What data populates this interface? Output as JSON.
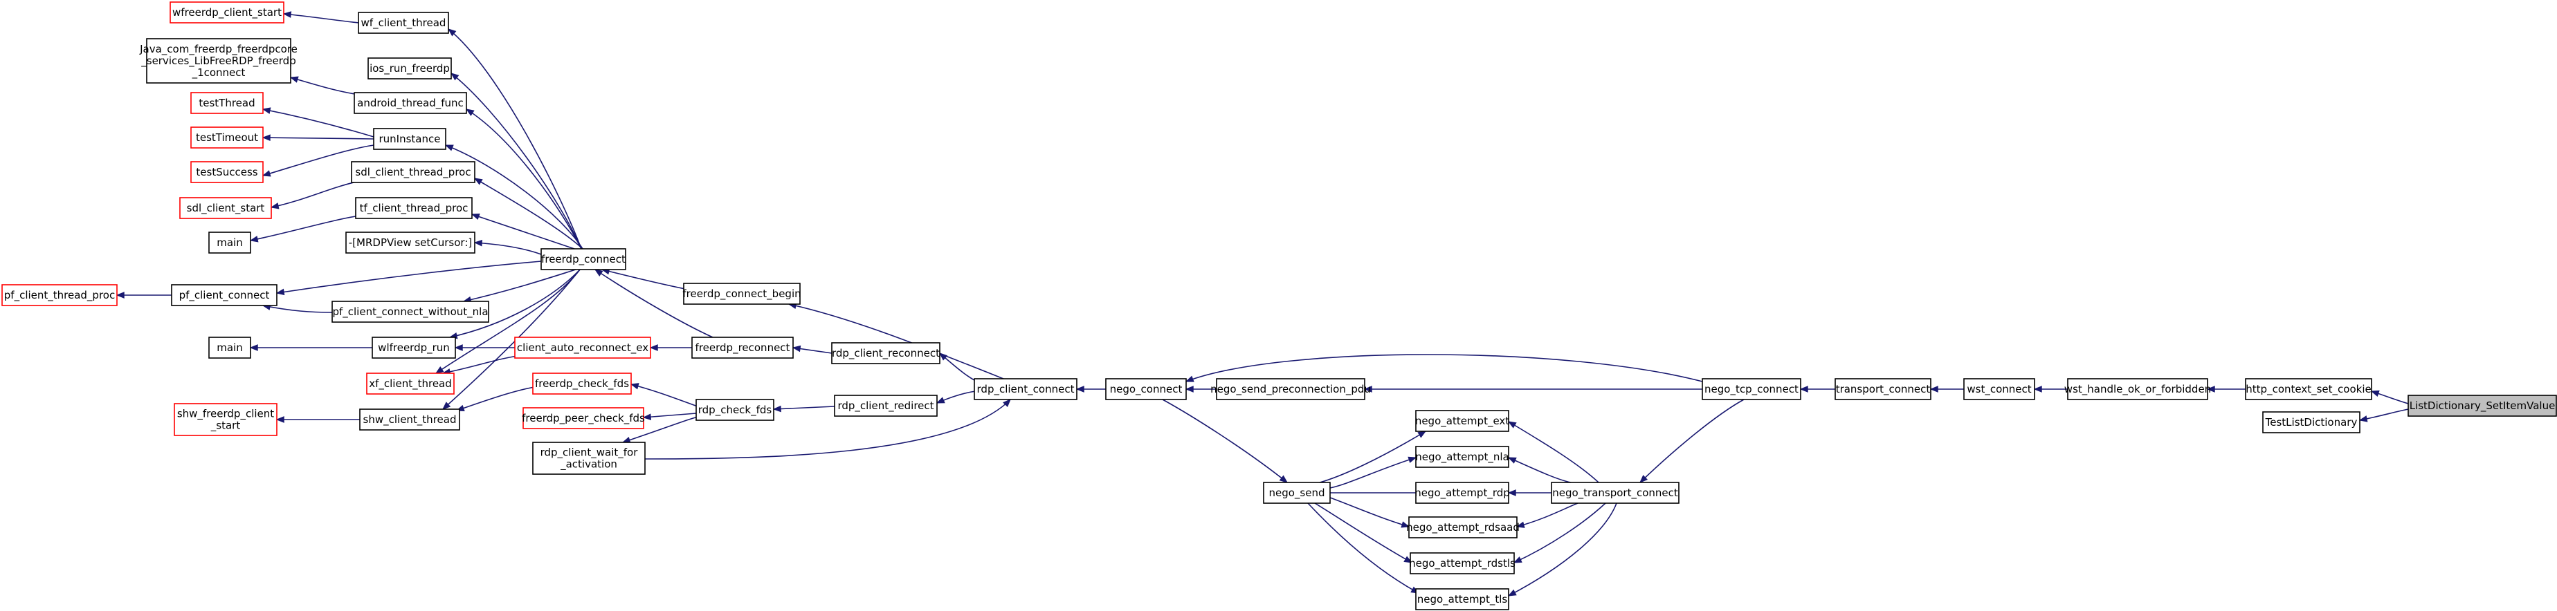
{
  "colors": {
    "edge": "#191970",
    "node_border": "#000000",
    "truncated_border": "#ff0000",
    "root_fill": "#bfbfbf",
    "background": "#ffffff"
  },
  "nodes": {
    "listdictionary_setitemvalue": {
      "lines": [
        "ListDictionary_SetItemValue"
      ],
      "style": "root"
    },
    "http_context_set_cookie": {
      "lines": [
        "http_context_set_cookie"
      ],
      "style": "normal"
    },
    "testlistdictionary": {
      "lines": [
        "TestListDictionary"
      ],
      "style": "normal"
    },
    "wst_handle_ok_or_forbidden": {
      "lines": [
        "wst_handle_ok_or_forbidden"
      ],
      "style": "normal"
    },
    "wst_connect": {
      "lines": [
        "wst_connect"
      ],
      "style": "normal"
    },
    "transport_connect": {
      "lines": [
        "transport_connect"
      ],
      "style": "normal"
    },
    "nego_tcp_connect": {
      "lines": [
        "nego_tcp_connect"
      ],
      "style": "normal"
    },
    "nego_send_preconnection_pdu": {
      "lines": [
        "nego_send_preconnection_pdu"
      ],
      "style": "normal"
    },
    "nego_connect": {
      "lines": [
        "nego_connect"
      ],
      "style": "normal"
    },
    "nego_transport_connect": {
      "lines": [
        "nego_transport_connect"
      ],
      "style": "normal"
    },
    "nego_attempt_ext": {
      "lines": [
        "nego_attempt_ext"
      ],
      "style": "normal"
    },
    "nego_attempt_nla": {
      "lines": [
        "nego_attempt_nla"
      ],
      "style": "normal"
    },
    "nego_attempt_rdp": {
      "lines": [
        "nego_attempt_rdp"
      ],
      "style": "normal"
    },
    "nego_attempt_rdsaad": {
      "lines": [
        "nego_attempt_rdsaad"
      ],
      "style": "normal"
    },
    "nego_attempt_rdstls": {
      "lines": [
        "nego_attempt_rdstls"
      ],
      "style": "normal"
    },
    "nego_attempt_tls": {
      "lines": [
        "nego_attempt_tls"
      ],
      "style": "normal"
    },
    "nego_send": {
      "lines": [
        "nego_send"
      ],
      "style": "normal"
    },
    "rdp_client_connect": {
      "lines": [
        "rdp_client_connect"
      ],
      "style": "normal"
    },
    "rdp_client_reconnect": {
      "lines": [
        "rdp_client_reconnect"
      ],
      "style": "normal"
    },
    "rdp_client_redirect": {
      "lines": [
        "rdp_client_redirect"
      ],
      "style": "normal"
    },
    "rdp_client_wait_for_activation": {
      "lines": [
        "rdp_client_wait_for",
        "_activation"
      ],
      "style": "normal"
    },
    "freerdp_connect_begin": {
      "lines": [
        "freerdp_connect_begin"
      ],
      "style": "normal"
    },
    "freerdp_reconnect": {
      "lines": [
        "freerdp_reconnect"
      ],
      "style": "normal"
    },
    "rdp_check_fds": {
      "lines": [
        "rdp_check_fds"
      ],
      "style": "normal"
    },
    "freerdp_check_fds": {
      "lines": [
        "freerdp_check_fds"
      ],
      "style": "red"
    },
    "freerdp_peer_check_fds": {
      "lines": [
        "freerdp_peer_check_fds"
      ],
      "style": "red"
    },
    "client_auto_reconnect_ex": {
      "lines": [
        "client_auto_reconnect_ex"
      ],
      "style": "red"
    },
    "freerdp_connect": {
      "lines": [
        "freerdp_connect"
      ],
      "style": "normal"
    },
    "wf_client_thread": {
      "lines": [
        "wf_client_thread"
      ],
      "style": "normal"
    },
    "wfreerdp_client_start": {
      "lines": [
        "wfreerdp_client_start"
      ],
      "style": "red"
    },
    "ios_run_freerdp": {
      "lines": [
        "ios_run_freerdp"
      ],
      "style": "normal"
    },
    "android_thread_func": {
      "lines": [
        "android_thread_func"
      ],
      "style": "normal"
    },
    "java_com_freerdp": {
      "lines": [
        "Java_com_freerdp_freerdpcore",
        "_services_LibFreeRDP_freerdp",
        "_1connect"
      ],
      "style": "normal"
    },
    "runinstance": {
      "lines": [
        "runInstance"
      ],
      "style": "normal"
    },
    "testthread": {
      "lines": [
        "testThread"
      ],
      "style": "red"
    },
    "testtimeout": {
      "lines": [
        "testTimeout"
      ],
      "style": "red"
    },
    "testsuccess": {
      "lines": [
        "testSuccess"
      ],
      "style": "red"
    },
    "sdl_client_thread_proc": {
      "lines": [
        "sdl_client_thread_proc"
      ],
      "style": "normal"
    },
    "sdl_client_start": {
      "lines": [
        "sdl_client_start"
      ],
      "style": "red"
    },
    "tf_client_thread_proc": {
      "lines": [
        "tf_client_thread_proc"
      ],
      "style": "normal"
    },
    "main_1": {
      "lines": [
        "main"
      ],
      "style": "normal"
    },
    "mrdpview_setcursor": {
      "lines": [
        "-[MRDPView setCursor:]"
      ],
      "style": "normal"
    },
    "pf_client_connect": {
      "lines": [
        "pf_client_connect"
      ],
      "style": "normal"
    },
    "pf_client_thread_proc": {
      "lines": [
        "pf_client_thread_proc"
      ],
      "style": "red"
    },
    "pf_client_connect_without_nla": {
      "lines": [
        "pf_client_connect_without_nla"
      ],
      "style": "normal"
    },
    "wlfreerdp_run": {
      "lines": [
        "wlfreerdp_run"
      ],
      "style": "normal"
    },
    "main_2": {
      "lines": [
        "main"
      ],
      "style": "normal"
    },
    "xf_client_thread": {
      "lines": [
        "xf_client_thread"
      ],
      "style": "red"
    },
    "shw_client_thread": {
      "lines": [
        "shw_client_thread"
      ],
      "style": "normal"
    },
    "shw_freerdp_client_start": {
      "lines": [
        "shw_freerdp_client",
        "_start"
      ],
      "style": "red"
    }
  },
  "edges": [
    [
      "http_context_set_cookie",
      "listdictionary_setitemvalue"
    ],
    [
      "testlistdictionary",
      "listdictionary_setitemvalue"
    ],
    [
      "wst_handle_ok_or_forbidden",
      "http_context_set_cookie"
    ],
    [
      "wst_connect",
      "wst_handle_ok_or_forbidden"
    ],
    [
      "transport_connect",
      "wst_connect"
    ],
    [
      "nego_tcp_connect",
      "transport_connect"
    ],
    [
      "nego_connect",
      "nego_tcp_connect"
    ],
    [
      "nego_send_preconnection_pdu",
      "nego_tcp_connect"
    ],
    [
      "nego_transport_connect",
      "nego_tcp_connect"
    ],
    [
      "nego_connect",
      "nego_send_preconnection_pdu"
    ],
    [
      "rdp_client_connect",
      "nego_connect"
    ],
    [
      "nego_send",
      "nego_connect"
    ],
    [
      "nego_attempt_ext",
      "nego_transport_connect"
    ],
    [
      "nego_attempt_nla",
      "nego_transport_connect"
    ],
    [
      "nego_attempt_rdp",
      "nego_transport_connect"
    ],
    [
      "nego_attempt_rdsaad",
      "nego_transport_connect"
    ],
    [
      "nego_attempt_rdstls",
      "nego_transport_connect"
    ],
    [
      "nego_attempt_tls",
      "nego_transport_connect"
    ],
    [
      "nego_attempt_ext",
      "nego_send"
    ],
    [
      "nego_attempt_nla",
      "nego_send"
    ],
    [
      "nego_attempt_rdp",
      "nego_send"
    ],
    [
      "nego_attempt_rdsaad",
      "nego_send"
    ],
    [
      "nego_attempt_rdstls",
      "nego_send"
    ],
    [
      "nego_attempt_tls",
      "nego_send"
    ],
    [
      "freerdp_connect_begin",
      "rdp_client_connect"
    ],
    [
      "rdp_client_reconnect",
      "rdp_client_connect"
    ],
    [
      "rdp_client_redirect",
      "rdp_client_connect"
    ],
    [
      "rdp_client_connect",
      "rdp_client_wait_for_activation"
    ],
    [
      "freerdp_reconnect",
      "rdp_client_reconnect"
    ],
    [
      "rdp_check_fds",
      "rdp_client_redirect"
    ],
    [
      "freerdp_check_fds",
      "rdp_check_fds"
    ],
    [
      "freerdp_peer_check_fds",
      "rdp_check_fds"
    ],
    [
      "rdp_client_wait_for_activation",
      "rdp_check_fds"
    ],
    [
      "freerdp_connect",
      "freerdp_connect_begin"
    ],
    [
      "freerdp_connect",
      "freerdp_reconnect"
    ],
    [
      "client_auto_reconnect_ex",
      "freerdp_reconnect"
    ],
    [
      "shw_client_thread",
      "freerdp_check_fds"
    ],
    [
      "wlfreerdp_run",
      "client_auto_reconnect_ex"
    ],
    [
      "xf_client_thread",
      "client_auto_reconnect_ex"
    ],
    [
      "wf_client_thread",
      "freerdp_connect"
    ],
    [
      "ios_run_freerdp",
      "freerdp_connect"
    ],
    [
      "android_thread_func",
      "freerdp_connect"
    ],
    [
      "runinstance",
      "freerdp_connect"
    ],
    [
      "sdl_client_thread_proc",
      "freerdp_connect"
    ],
    [
      "tf_client_thread_proc",
      "freerdp_connect"
    ],
    [
      "mrdpview_setcursor",
      "freerdp_connect"
    ],
    [
      "pf_client_connect",
      "freerdp_connect"
    ],
    [
      "pf_client_connect_without_nla",
      "freerdp_connect"
    ],
    [
      "wlfreerdp_run",
      "freerdp_connect"
    ],
    [
      "xf_client_thread",
      "freerdp_connect"
    ],
    [
      "shw_client_thread",
      "freerdp_connect"
    ],
    [
      "wfreerdp_client_start",
      "wf_client_thread"
    ],
    [
      "java_com_freerdp",
      "android_thread_func"
    ],
    [
      "testthread",
      "runinstance"
    ],
    [
      "testtimeout",
      "runinstance"
    ],
    [
      "testsuccess",
      "runinstance"
    ],
    [
      "sdl_client_start",
      "sdl_client_thread_proc"
    ],
    [
      "main_1",
      "tf_client_thread_proc"
    ],
    [
      "pf_client_thread_proc",
      "pf_client_connect"
    ],
    [
      "pf_client_connect",
      "pf_client_connect_without_nla"
    ],
    [
      "main_2",
      "wlfreerdp_run"
    ],
    [
      "shw_freerdp_client_start",
      "shw_client_thread"
    ]
  ]
}
